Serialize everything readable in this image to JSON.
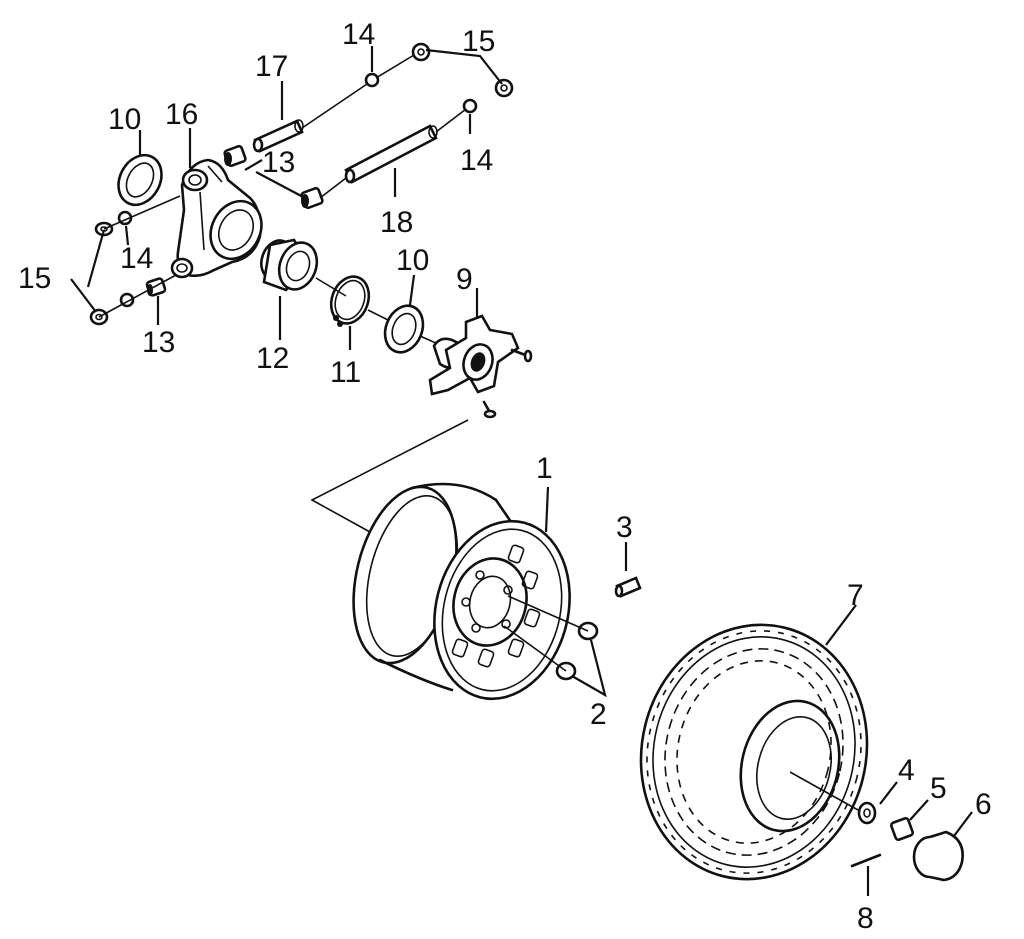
{
  "callouts": [
    {
      "id": "c1",
      "text": "1"
    },
    {
      "id": "c2",
      "text": "2"
    },
    {
      "id": "c3",
      "text": "3"
    },
    {
      "id": "c4",
      "text": "4"
    },
    {
      "id": "c5",
      "text": "5"
    },
    {
      "id": "c6",
      "text": "6"
    },
    {
      "id": "c7",
      "text": "7"
    },
    {
      "id": "c8",
      "text": "8"
    },
    {
      "id": "c9",
      "text": "9"
    },
    {
      "id": "c10a",
      "text": "10"
    },
    {
      "id": "c10b",
      "text": "10"
    },
    {
      "id": "c11",
      "text": "11"
    },
    {
      "id": "c12",
      "text": "12"
    },
    {
      "id": "c13a",
      "text": "13"
    },
    {
      "id": "c13b",
      "text": "13"
    },
    {
      "id": "c14a",
      "text": "14"
    },
    {
      "id": "c14b",
      "text": "14"
    },
    {
      "id": "c14c",
      "text": "14"
    },
    {
      "id": "c15a",
      "text": "15"
    },
    {
      "id": "c15b",
      "text": "15"
    },
    {
      "id": "c16",
      "text": "16"
    },
    {
      "id": "c17",
      "text": "17"
    },
    {
      "id": "c18",
      "text": "18"
    }
  ],
  "colors": {
    "line": "#111111",
    "background": "#ffffff"
  }
}
